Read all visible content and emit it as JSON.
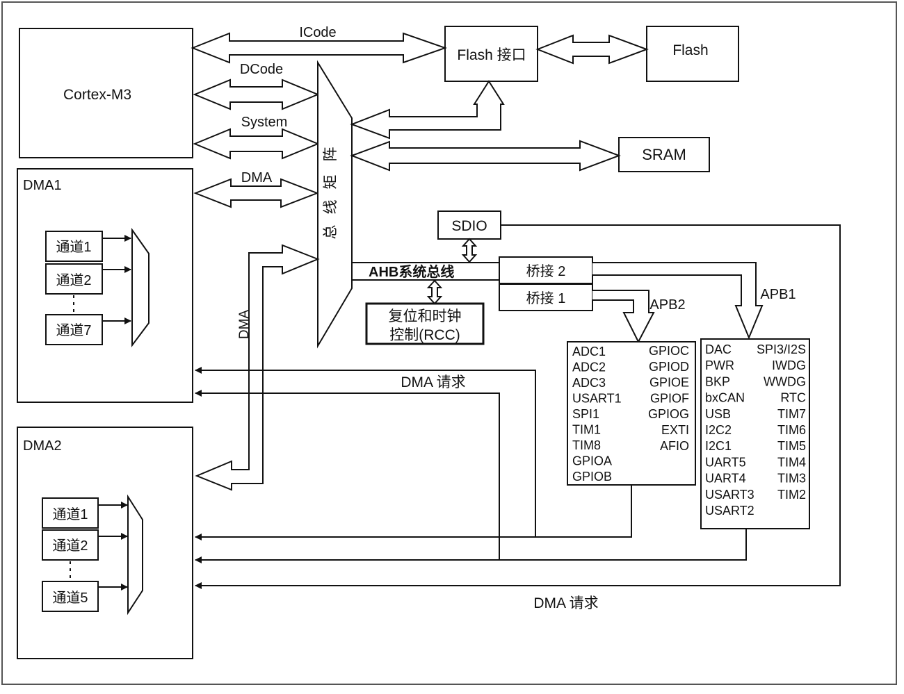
{
  "diagram": {
    "blocks": {
      "cortex": "Cortex-M3",
      "flash_if": "Flash 接口",
      "flash": "Flash",
      "sram": "SRAM",
      "dma1": "DMA1",
      "dma2": "DMA2",
      "bus_matrix": [
        "总",
        "线",
        "矩",
        "阵"
      ],
      "sdio": "SDIO",
      "rcc_line1": "复位和时钟",
      "rcc_line2": "控制(RCC)",
      "bridge2": "桥接 2",
      "bridge1": "桥接 1"
    },
    "buses": {
      "icode": "ICode",
      "dcode": "DCode",
      "system": "System",
      "dma": "DMA",
      "dma_vertical": "DMA",
      "ahb": "AHB系统总线",
      "apb2": "APB2",
      "apb1": "APB1",
      "dma_req_1": "DMA 请求",
      "dma_req_2": "DMA 请求"
    },
    "dma1_channels": [
      "通道1",
      "通道2",
      "通道7"
    ],
    "dma2_channels": [
      "通道1",
      "通道2",
      "通道5"
    ],
    "apb2_left": [
      "ADC1",
      "ADC2",
      "ADC3",
      "USART1",
      "SPI1",
      "TIM1",
      "TIM8",
      "GPIOA",
      "GPIOB"
    ],
    "apb2_right": [
      "GPIOC",
      "GPIOD",
      "GPIOE",
      "GPIOF",
      "GPIOG",
      "EXTI",
      "AFIO"
    ],
    "apb1_left": [
      "DAC",
      "PWR",
      "BKP",
      "bxCAN",
      "USB",
      "I2C2",
      "I2C1",
      "UART5",
      "UART4",
      "USART3",
      "USART2"
    ],
    "apb1_right": [
      "SPI3/I2S",
      "IWDG",
      "WWDG",
      "RTC",
      "TIM7",
      "TIM6",
      "TIM5",
      "TIM4",
      "TIM3",
      "TIM2"
    ]
  }
}
